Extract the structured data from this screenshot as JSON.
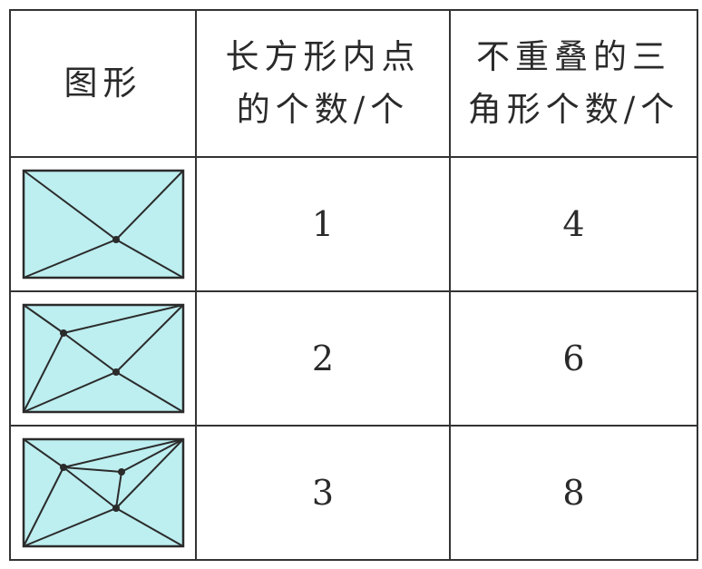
{
  "table": {
    "headers": [
      "图形",
      "长方形内点的个数/个",
      "不重叠的三角形个数/个"
    ],
    "header_lines": {
      "col2": [
        "长方形内点",
        "的个数/个"
      ],
      "col3": [
        "不重叠的三",
        "角形个数/个"
      ]
    },
    "rows": [
      {
        "inner_points": "1",
        "triangles": "4"
      },
      {
        "inner_points": "2",
        "triangles": "6"
      },
      {
        "inner_points": "3",
        "triangles": "8"
      }
    ]
  },
  "colors": {
    "figure_fill": "#bdeef0",
    "line": "#2b2b2b",
    "border": "#333333"
  }
}
